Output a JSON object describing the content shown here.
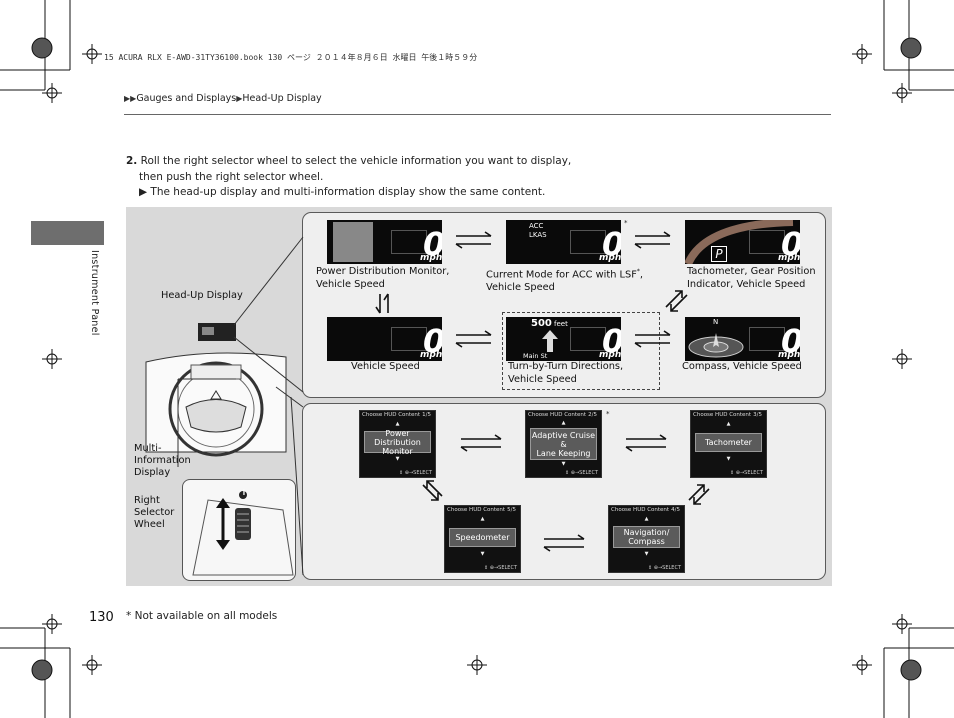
{
  "print_header": "15 ACURA RLX E-AWD-31TY36100.book  130 ページ  ２０１４年８月６日  水曜日  午後１時５９分",
  "breadcrumb": {
    "part1": "Gauges and Displays",
    "part2": "Head-Up Display"
  },
  "side_label": "Instrument Panel",
  "step": {
    "number": "2.",
    "line1": "Roll the right selector wheel to select the vehicle information you want to display,",
    "line2": "then push the right selector wheel.",
    "line3": "The head-up display and multi-information display show the same content."
  },
  "figure": {
    "hud_label": "Head-Up Display",
    "mid_label": [
      "Multi-",
      "Information",
      "Display"
    ],
    "wheel_label": [
      "Right",
      "Selector",
      "Wheel"
    ],
    "hud_screens": [
      {
        "caption1": "Power Distribution Monitor,",
        "caption2": "Vehicle Speed",
        "speed": "0",
        "unit": "mph"
      },
      {
        "caption1": "Current Mode for ACC with LSF",
        "caption1_star": "*",
        "caption1_end": ",",
        "caption2": "Vehicle Speed",
        "speed": "0",
        "unit": "mph",
        "line_a": "ACC",
        "line_b": "LKAS"
      },
      {
        "caption1": "Tachometer, Gear Position",
        "caption2": "Indicator, Vehicle Speed",
        "speed": "0",
        "unit": "mph",
        "gear": "P"
      },
      {
        "caption1": "Vehicle Speed",
        "caption2": "",
        "speed": "0",
        "unit": "mph"
      },
      {
        "caption1": "Turn-by-Turn Directions,",
        "caption2": "Vehicle Speed",
        "speed": "0",
        "unit": "mph",
        "distance": "500",
        "distance_unit": "feet",
        "street": "Main St"
      },
      {
        "caption1": "Compass, Vehicle Speed",
        "caption2": "",
        "speed": "0",
        "unit": "mph",
        "compass_n": "N"
      }
    ],
    "mid_screens": [
      {
        "header": "Choose HUD Content",
        "count": "1/5",
        "line1": "Power Distribution",
        "line2": "Monitor",
        "select": "⇕ ⊕→SELECT"
      },
      {
        "header": "Choose HUD Content",
        "count": "2/5",
        "line1": "Adaptive Cruise",
        "line2": "&",
        "line3": "Lane Keeping",
        "select": "⇕ ⊕→SELECT"
      },
      {
        "header": "Choose HUD Content",
        "count": "3/5",
        "line1": "Tachometer",
        "select": "⇕ ⊕→SELECT"
      },
      {
        "header": "Choose HUD Content",
        "count": "4/5",
        "line1": "Navigation/",
        "line2": "Compass",
        "select": "⇕ ⊕→SELECT"
      },
      {
        "header": "Choose HUD Content",
        "count": "5/5",
        "line1": "Speedometer",
        "select": "⇕ ⊕→SELECT"
      }
    ],
    "star": "*",
    "info_icon": "i"
  },
  "page_number": "130",
  "footnote": "* Not available on all models",
  "colors": {
    "tab": "#6e6e6e",
    "figure_bg": "#d9d9d9",
    "panel_bg": "#efefef",
    "screen": "#0a0a0a"
  }
}
